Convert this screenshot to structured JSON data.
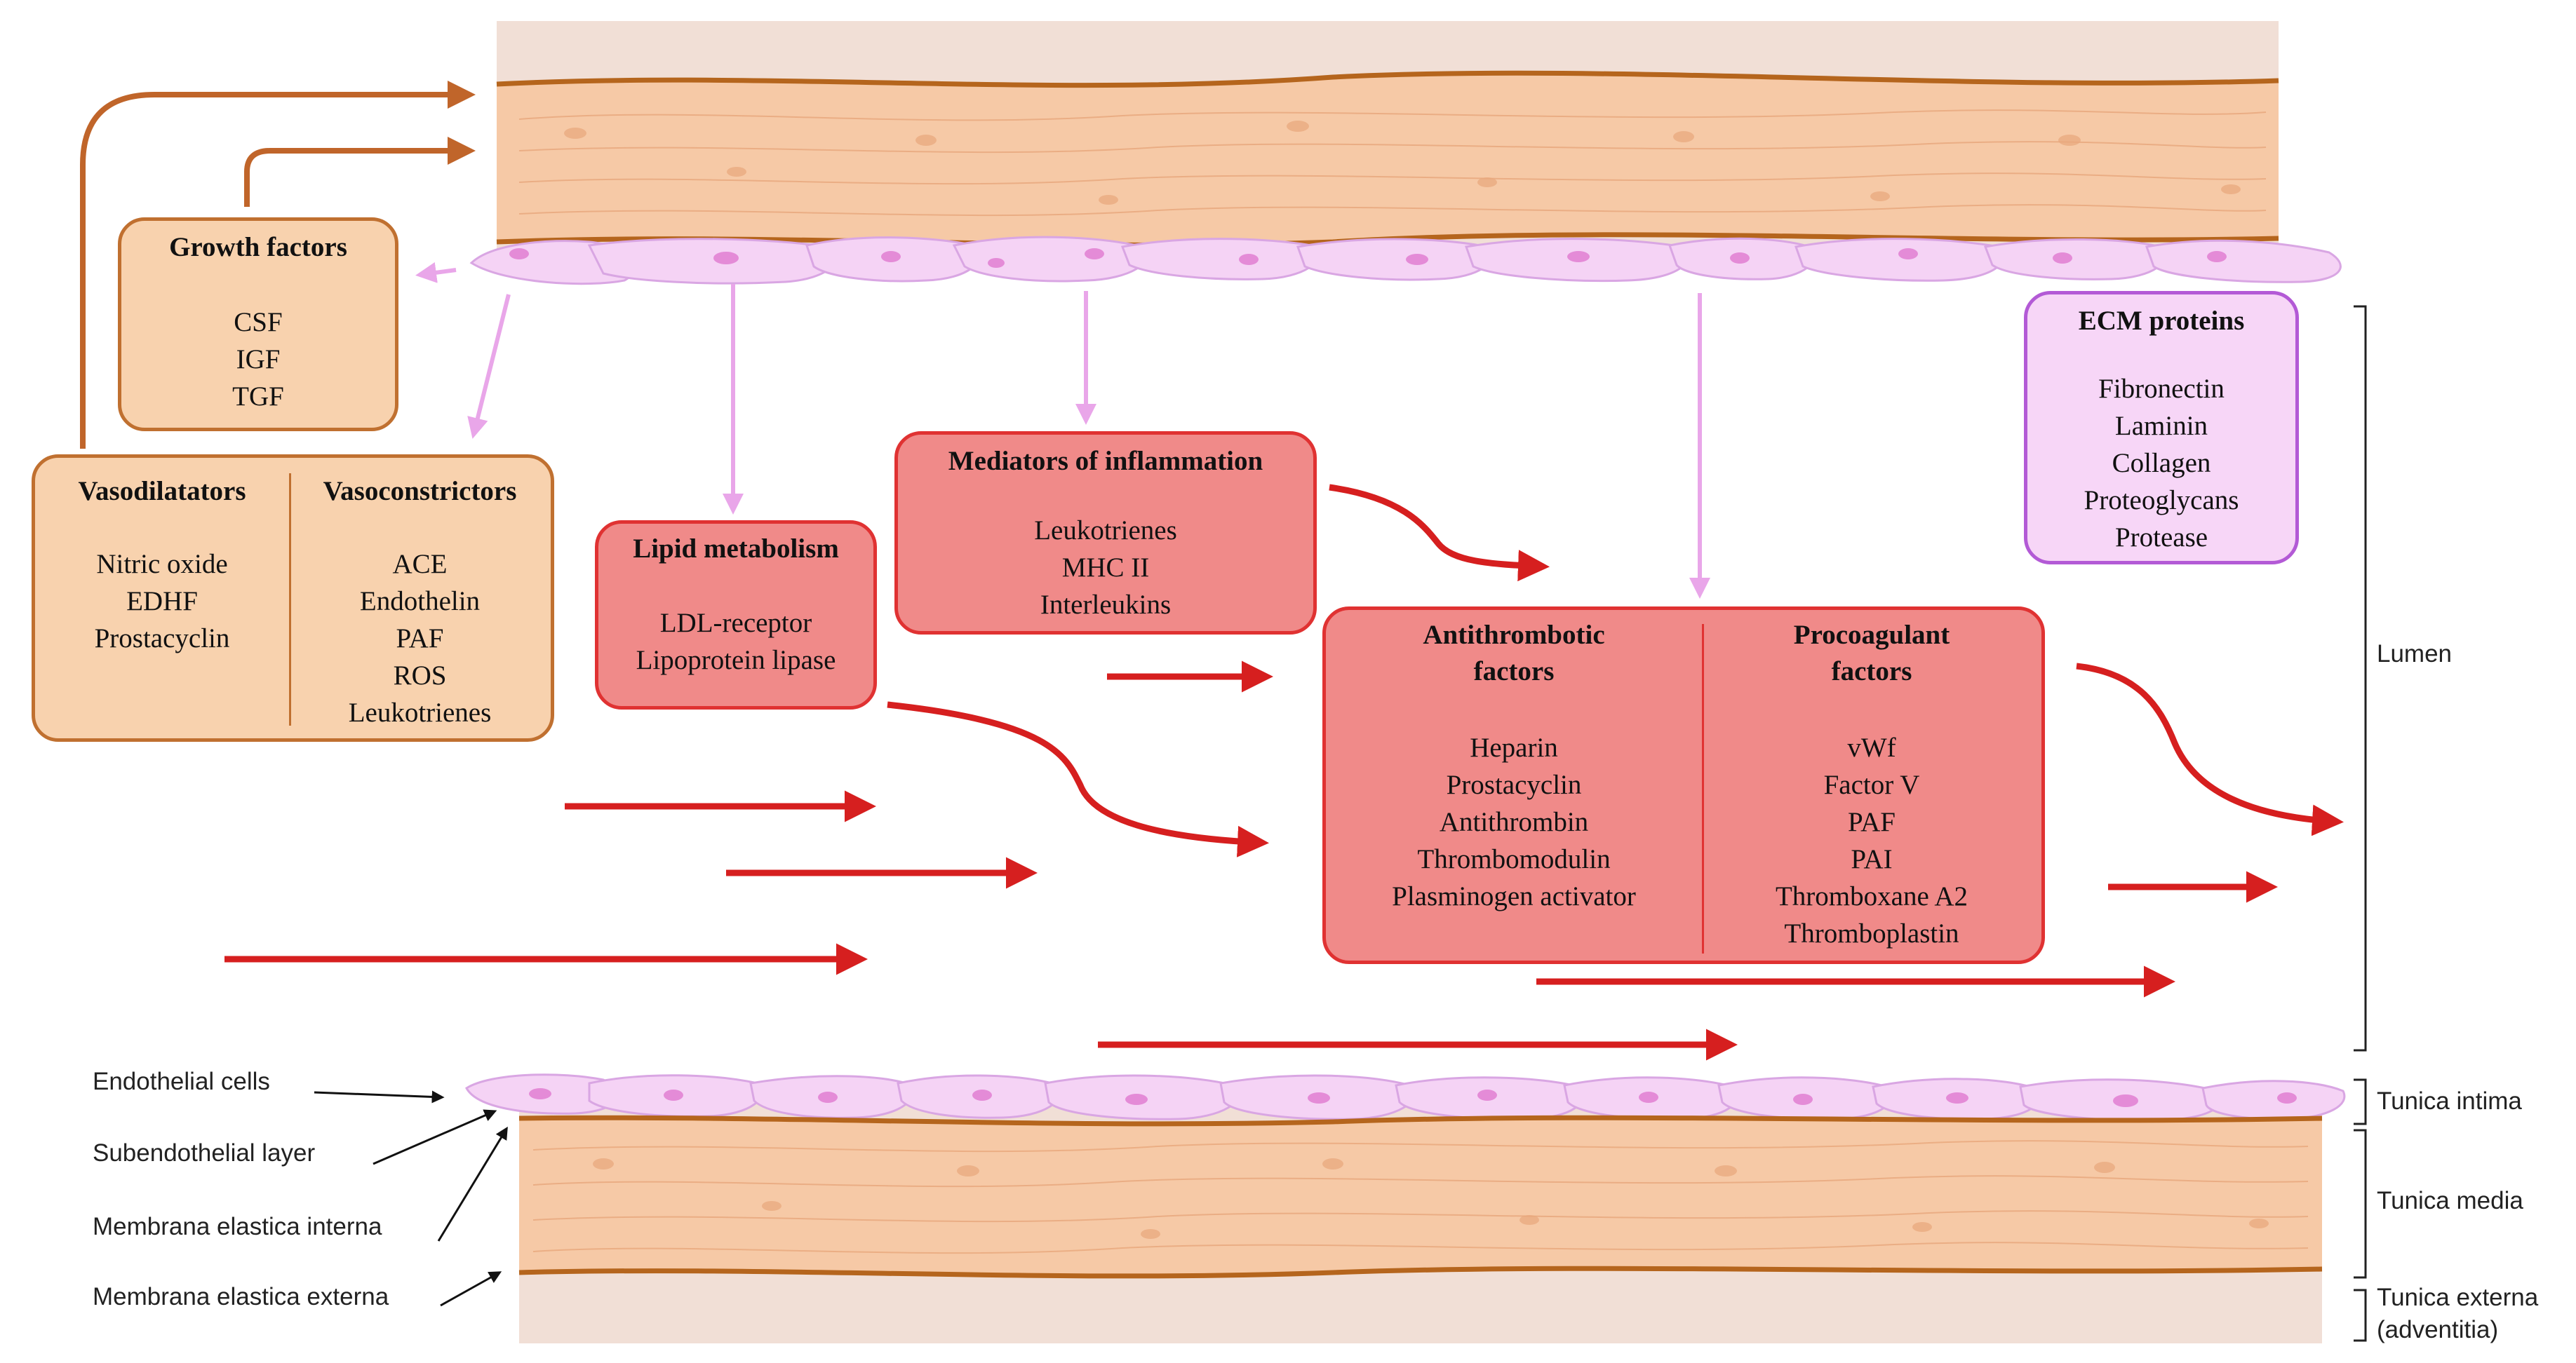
{
  "colors": {
    "tissue_fill": "#f6c9a6",
    "tissue_border": "#b5651d",
    "background_band": "#f1dfd6",
    "endothelial_fill": "#f5d3f5",
    "endothelial_border": "#d9a6e3",
    "nucleus": "#e48bd7",
    "orange_box_fill": "#f8d2ae",
    "orange_box_border": "#c07030",
    "red_box_fill": "#f08a89",
    "red_box_border": "#e03232",
    "purple_box_fill": "#f7d6f7",
    "purple_box_border": "#b35ad6",
    "red_arrow": "#d61f1f",
    "pink_arrow": "#e9a6e9",
    "brown_arrow": "#c0652a"
  },
  "boxes": {
    "growth_factors": {
      "title": "Growth factors",
      "items": [
        "CSF",
        "IGF",
        "TGF"
      ]
    },
    "vasoactive": {
      "left_title": "Vasodilatators",
      "left_items": [
        "Nitric oxide",
        "EDHF",
        "Prostacyclin"
      ],
      "right_title": "Vasoconstrictors",
      "right_items": [
        "ACE",
        "Endothelin",
        "PAF",
        "ROS",
        "Leukotrienes"
      ]
    },
    "lipid_metabolism": {
      "title": "Lipid metabolism",
      "items": [
        "LDL-receptor",
        "Lipoprotein lipase"
      ]
    },
    "inflammation": {
      "title": "Mediators of inflammation",
      "items": [
        "Leukotrienes",
        "MHC II",
        "Interleukins"
      ]
    },
    "coagulation": {
      "left_title": [
        "Antithrombotic",
        "factors"
      ],
      "left_items": [
        "Heparin",
        "Prostacyclin",
        "Antithrombin",
        "Thrombomodulin",
        "Plasminogen activator"
      ],
      "right_title": [
        "Procoagulant",
        "factors"
      ],
      "right_items": [
        "vWf",
        "Factor V",
        "PAF",
        "PAI",
        "Thromboxane A2",
        "Thromboplastin"
      ]
    },
    "ecm": {
      "title": "ECM proteins",
      "items": [
        "Fibronectin",
        "Laminin",
        "Collagen",
        "Proteoglycans",
        "Protease"
      ]
    }
  },
  "left_labels": {
    "endothelial_cells": "Endothelial cells",
    "subendothelial_layer": "Subendothelial layer",
    "membrana_interna": "Membrana elastica interna",
    "membrana_externa": "Membrana elastica externa"
  },
  "layer_labels": {
    "lumen": "Lumen",
    "tunica_intima": "Tunica intima",
    "tunica_media": "Tunica media",
    "tunica_externa": [
      "Tunica externa",
      "(adventitia)"
    ]
  }
}
